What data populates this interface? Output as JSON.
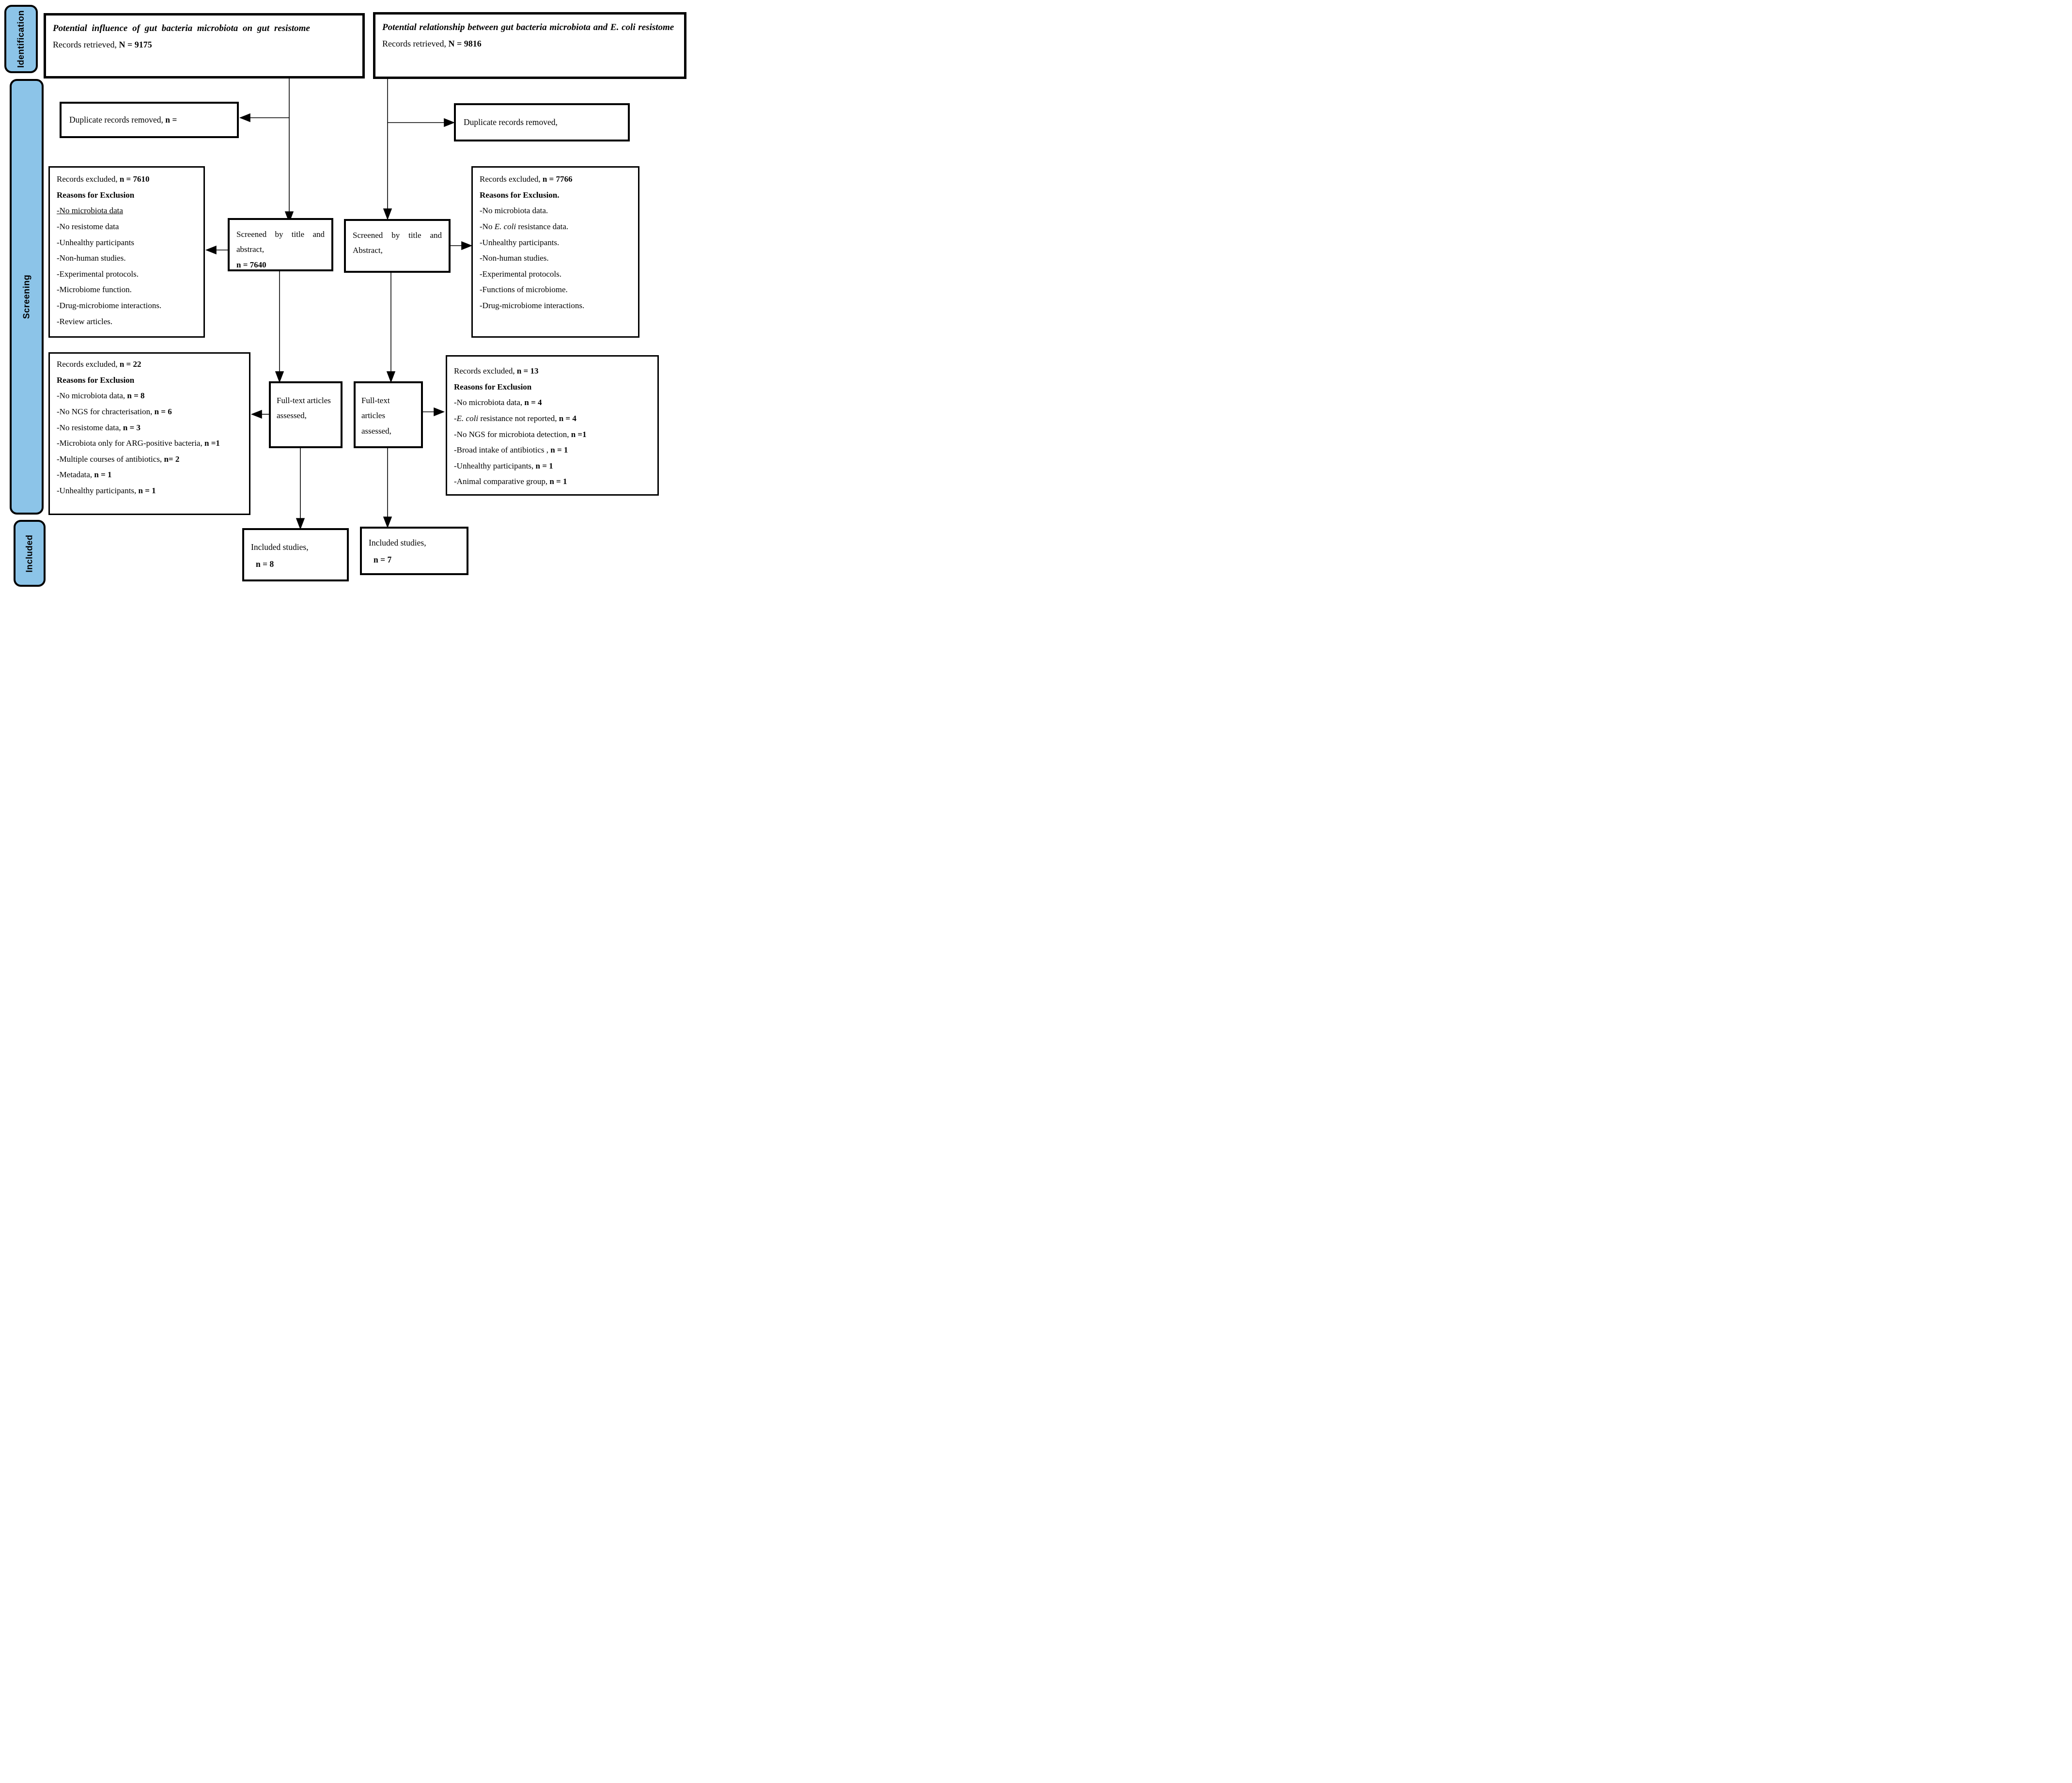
{
  "colors": {
    "sidebar_fill": "#8cc4e8",
    "line_color": "#000000",
    "box_background": "#ffffff"
  },
  "sidebar": {
    "identification_label": "Identification",
    "screening_label": "Screening",
    "included_label": "Included"
  },
  "boxes": {
    "source_left": {
      "title": "Potential influence of gut bacteria microbiota on gut resistome",
      "records_label": "Records retrieved, ",
      "records_value": "N = 9175"
    },
    "source_right": {
      "title": "Potential relationship between gut bacteria  microbiota and E. coli resistome",
      "records_label": "Records retrieved, ",
      "records_value": "N = 9816"
    },
    "duplicates_left": {
      "label": "Duplicate records removed, ",
      "value": "n ="
    },
    "duplicates_right": {
      "label": "Duplicate records removed,"
    },
    "screened_left": {
      "label": "Screened by title and abstract,",
      "value": "n = 7640"
    },
    "screened_right": {
      "label": "Screened by title and Abstract,"
    },
    "excluded_screening_left": {
      "title": "Records excluded, ",
      "count": "n = 7610",
      "reasons_heading": "Reasons for Exclusion",
      "reasons": [
        {
          "pre": "-No microbiota data"
        },
        {
          "pre": "-No resistome data"
        },
        {
          "pre": "-Unhealthy participants"
        },
        {
          "pre": "-Non-human studies."
        },
        {
          "pre": "-Experimental protocols."
        },
        {
          "pre": "-Microbiome function."
        },
        {
          "pre": "-Drug-microbiome interactions."
        },
        {
          "pre": "-Review articles."
        }
      ]
    },
    "excluded_screening_right": {
      "title": "Records excluded, ",
      "count": "n = 7766",
      "reasons_heading": "Reasons for Exclusion.",
      "reasons": [
        {
          "pre": "-No microbiota data."
        },
        {
          "pre": "-No ",
          "it": "E. coli",
          "mid": " resistance data."
        },
        {
          "pre": "-Unhealthy participants."
        },
        {
          "pre": "-Non-human studies."
        },
        {
          "pre": "-Experimental protocols."
        },
        {
          "pre": "-Functions of microbiome."
        },
        {
          "pre": "-Drug-microbiome interactions."
        }
      ]
    },
    "fulltext_left": {
      "label": "Full-text articles assessed,"
    },
    "fulltext_right": {
      "label": "Full-text articles assessed,"
    },
    "excluded_fulltext_left": {
      "title": "Records excluded, ",
      "count": "n = 22",
      "reasons_heading": "Reasons for Exclusion",
      "reasons": [
        {
          "pre": "-No microbiota data, ",
          "val": "n = 8"
        },
        {
          "pre": "-No NGS  for chracterisation, ",
          "val": "n = 6"
        },
        {
          "pre": "-No resistome data, ",
          "val": "n = 3"
        },
        {
          "pre": "-Microbiota only for ARG-positive bacteria, ",
          "val": "n =1"
        },
        {
          "pre": "-Multiple courses of antibiotics, ",
          "val": "n= 2"
        },
        {
          "pre": "-Metadata, ",
          "val": "n = 1"
        },
        {
          "pre": "-Unhealthy participants, ",
          "val": "n = 1"
        }
      ]
    },
    "excluded_fulltext_right": {
      "title": "Records excluded, ",
      "count": "n = 13",
      "reasons_heading": "Reasons for Exclusion",
      "reasons": [
        {
          "pre": "-No microbiota data, ",
          "val": "n = 4"
        },
        {
          "pre": "-",
          "it": "E. coli",
          "mid": " resistance not reported, ",
          "val": "n = 4"
        },
        {
          "pre": "-No NGS for microbiota detection, ",
          "val": "n =1"
        },
        {
          "pre": "-Broad intake of antibiotics , ",
          "val": "n = 1"
        },
        {
          "pre": "-Unhealthy participants, ",
          "val": "n = 1"
        },
        {
          "pre": "-Animal comparative group, ",
          "val": "n = 1"
        }
      ]
    },
    "included_left": {
      "label": "Included studies,",
      "value": "n = 8"
    },
    "included_right": {
      "label": "Included studies,",
      "value": "n = 7"
    }
  }
}
